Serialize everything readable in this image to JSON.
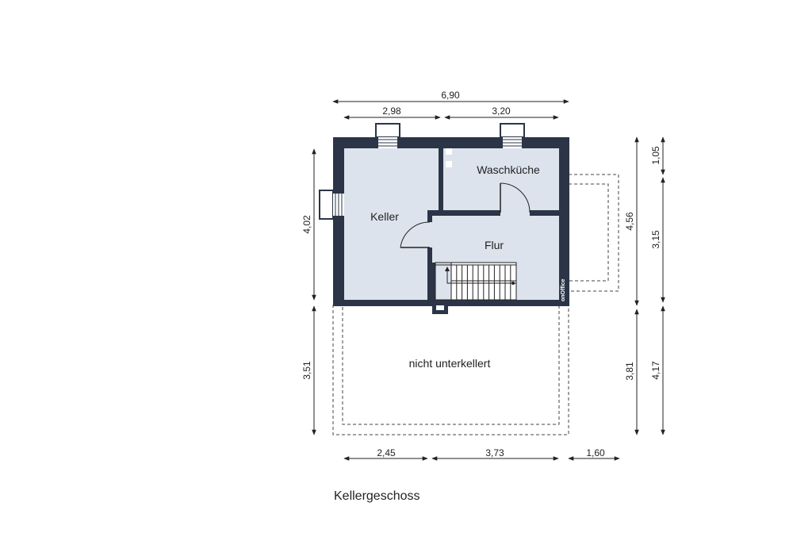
{
  "plan": {
    "caption": "Kellergeschoss",
    "rooms": {
      "keller": "Keller",
      "waschkueche": "Waschküche",
      "flur": "Flur",
      "nicht_unterkellert": "nicht unterkellert"
    },
    "brand": "onOffice",
    "colors": {
      "wall": "#2b3547",
      "floor": "#dde3ec",
      "line": "#222222"
    }
  },
  "dimensions": {
    "top_total": "6,90",
    "top_left": "2,98",
    "top_right": "3,20",
    "left_upper": "4,02",
    "left_lower": "3,51",
    "right_inner_upper": "4,56",
    "right_inner_lower": "3,81",
    "right_outer_top": "1,05",
    "right_outer_mid": "3,15",
    "right_outer_bottom": "4,17",
    "bottom_left": "2,45",
    "bottom_mid": "3,73",
    "bottom_right": "1,60"
  }
}
